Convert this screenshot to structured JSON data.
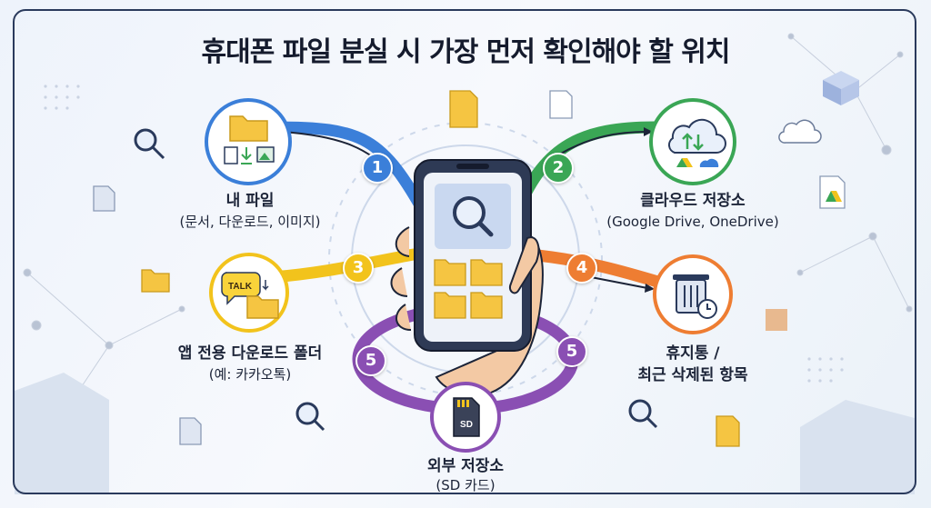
{
  "title": "휴대폰 파일 분실 시 가장 먼저 확인해야 할 위치",
  "locations": [
    {
      "num": "1",
      "name": "내 파일",
      "detail": "(문서, 다운로드, 이미지)",
      "color": "#3b7fd9"
    },
    {
      "num": "2",
      "name": "클라우드 저장소",
      "detail": "(Google Drive, OneDrive)",
      "color": "#3aa655"
    },
    {
      "num": "3",
      "name": "앱 전용 다운로드 폴더",
      "detail": "(예: 카카오톡)",
      "color": "#f2c31c"
    },
    {
      "num": "4",
      "name": "휴지통 /",
      "detail": "최근 삭제된 항목",
      "color": "#ee7d32"
    },
    {
      "num": "5",
      "name": "외부 저장소",
      "detail": "(SD 카드)",
      "color": "#8a4fb3"
    }
  ],
  "icons": {
    "talk_label": "TALK",
    "sd_label": "SD"
  }
}
